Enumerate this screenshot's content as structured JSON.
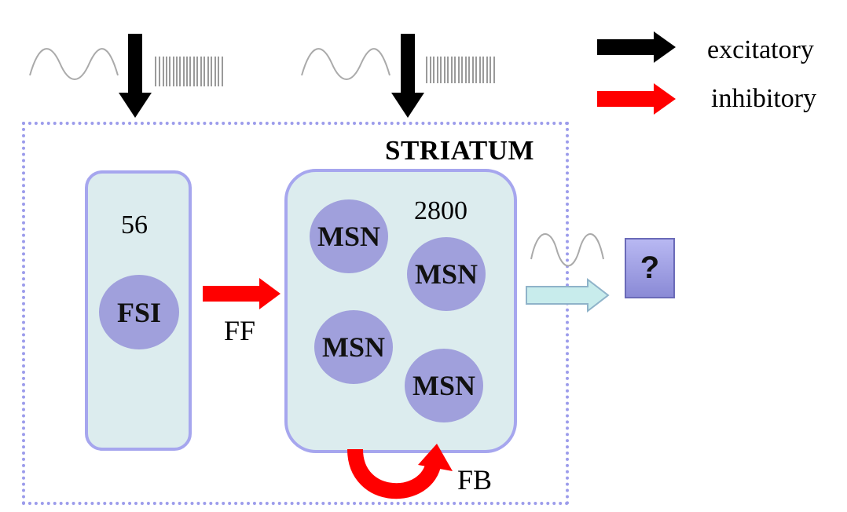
{
  "legend": {
    "excitatory_label": "excitatory",
    "inhibitory_label": "inhibitory",
    "excitatory_color": "#000000",
    "inhibitory_color": "#ff0000"
  },
  "striatum": {
    "title": "STRIATUM"
  },
  "fsi_population": {
    "count": "56",
    "cell_label": "FSI"
  },
  "msn_population": {
    "count": "2800",
    "cells": [
      "MSN",
      "MSN",
      "MSN",
      "MSN"
    ]
  },
  "connections": {
    "feedforward_label": "FF",
    "feedback_label": "FB"
  },
  "output": {
    "label": "?"
  },
  "colors": {
    "population_fill": "#dcecee",
    "population_border": "#a6a6ee",
    "cell_fill": "#a0a0dc",
    "output_arrow": "#c8ecec"
  }
}
